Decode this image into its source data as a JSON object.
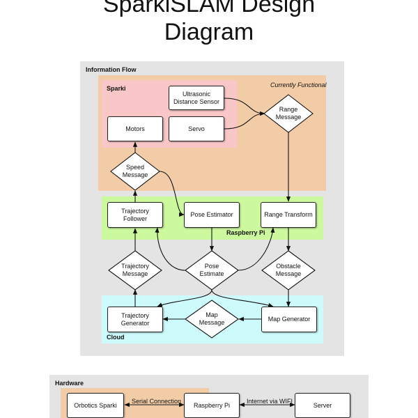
{
  "title_line1": "SparkiSLAM Design",
  "title_line2": "Diagram",
  "info_flow": {
    "label": "Information Flow",
    "functional_label": "Currently Functional",
    "sparki_label": "Sparki",
    "raspi_label": "Raspberry Pi",
    "cloud_label": "Cloud"
  },
  "nodes": {
    "ultrasonic": "Ultrasonic Distance Sensor",
    "motors": "Motors",
    "servo": "Servo",
    "range_message": "Range\nMessage",
    "speed_message": "Speed\nMessage",
    "trajectory_follower": "Trajectory Follower",
    "pose_estimator": "Pose Estimator",
    "range_transform": "Range Transform",
    "trajectory_message": "Trajectory\nMessage",
    "pose_estimate": "Pose\nEstimate",
    "obstacle_message": "Obstacle\nMessage",
    "map_message": "Map\nMessage",
    "trajectory_generator": "Trajectory Generator",
    "map_generator": "Map Generator"
  },
  "hardware": {
    "label": "Hardware",
    "orbotics": "Orbotics Sparki",
    "raspberry": "Raspberry Pi",
    "server": "Server",
    "serial": "Serial Connection",
    "wifi": "Internet via WIFI"
  },
  "colors": {
    "panel_gray": "#e4e4e4",
    "functional_orange": "#f2cca6",
    "sparki_pink": "#f9c7c7",
    "raspi_green": "#cdf99e",
    "cloud_cyan": "#cdfbfb"
  }
}
